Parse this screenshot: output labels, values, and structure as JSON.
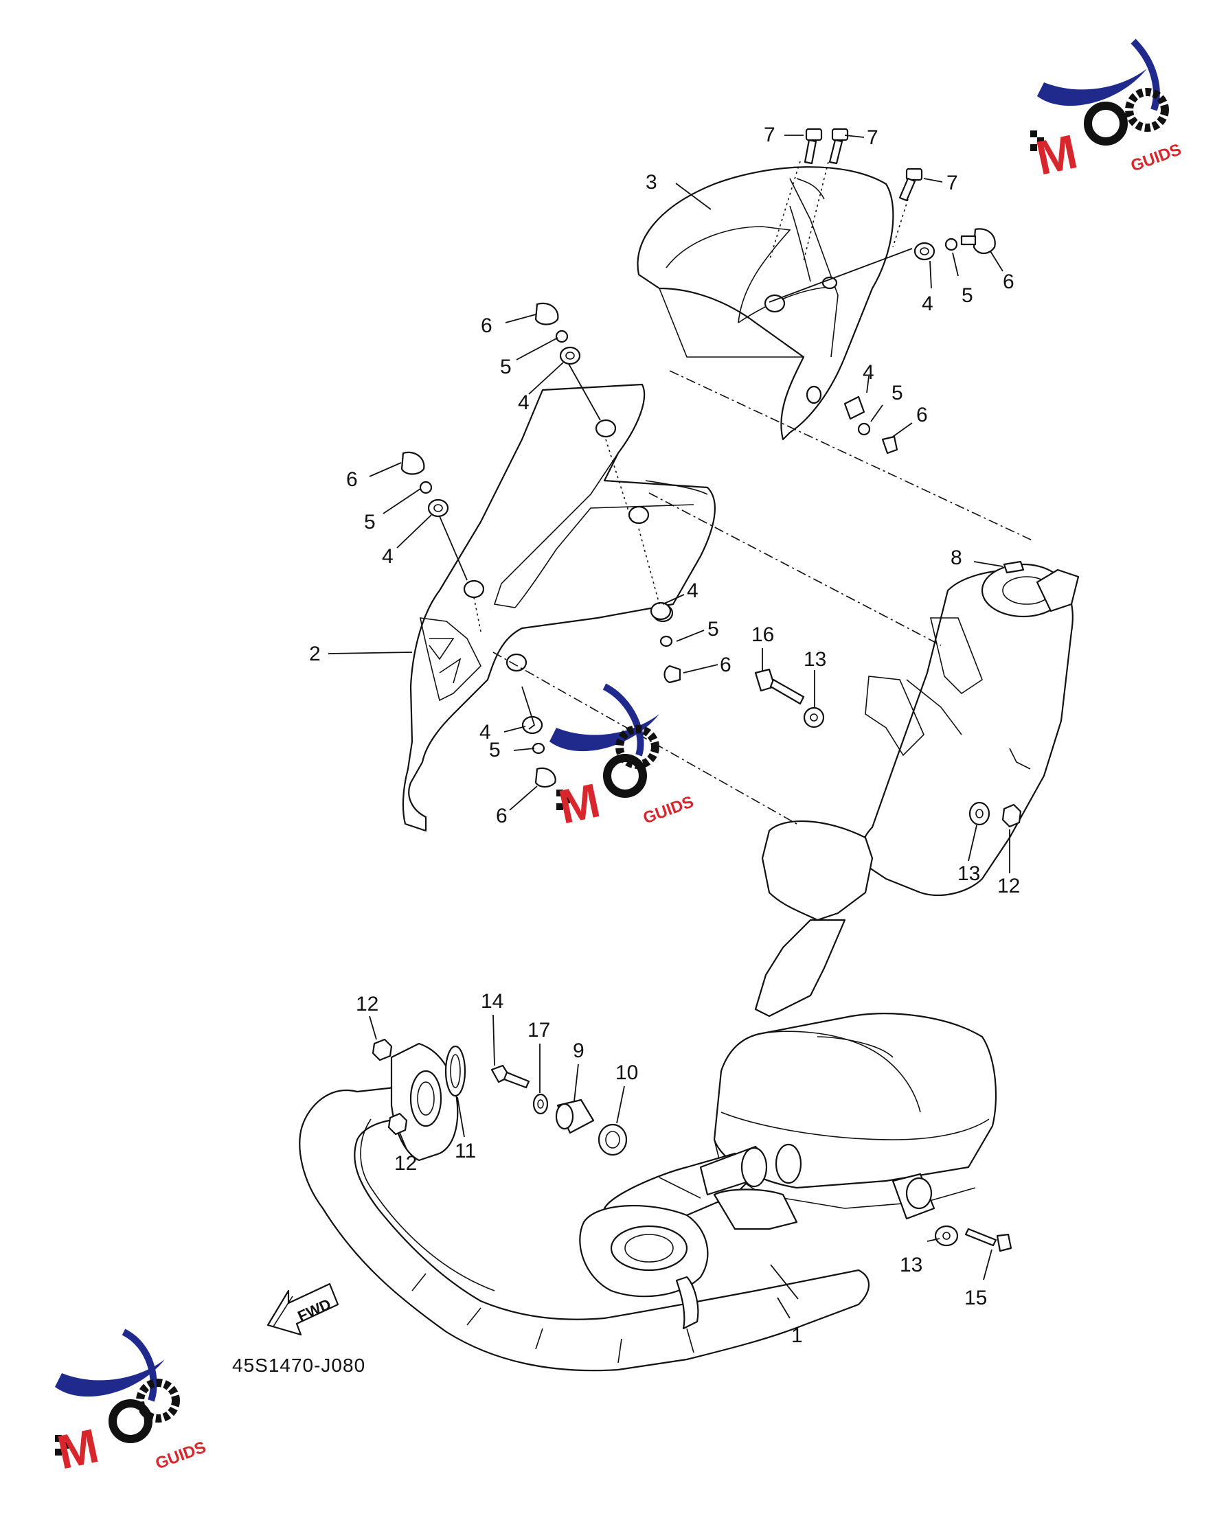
{
  "drawing_code": "45S1470-J080",
  "fwd_label": "FWD",
  "logo_text": "MOTO GUIDS",
  "callouts": [
    {
      "n": "1"
    },
    {
      "n": "2"
    },
    {
      "n": "3"
    },
    {
      "n": "4"
    },
    {
      "n": "4"
    },
    {
      "n": "4"
    },
    {
      "n": "4"
    },
    {
      "n": "4"
    },
    {
      "n": "4"
    },
    {
      "n": "5"
    },
    {
      "n": "5"
    },
    {
      "n": "5"
    },
    {
      "n": "5"
    },
    {
      "n": "5"
    },
    {
      "n": "5"
    },
    {
      "n": "6"
    },
    {
      "n": "6"
    },
    {
      "n": "6"
    },
    {
      "n": "6"
    },
    {
      "n": "6"
    },
    {
      "n": "6"
    },
    {
      "n": "7"
    },
    {
      "n": "7"
    },
    {
      "n": "7"
    },
    {
      "n": "8"
    },
    {
      "n": "9"
    },
    {
      "n": "10"
    },
    {
      "n": "11"
    },
    {
      "n": "12"
    },
    {
      "n": "12"
    },
    {
      "n": "12"
    },
    {
      "n": "13"
    },
    {
      "n": "13"
    },
    {
      "n": "13"
    },
    {
      "n": "14"
    },
    {
      "n": "15"
    },
    {
      "n": "16"
    },
    {
      "n": "17"
    }
  ],
  "colors": {
    "ink": "#111111",
    "logo_blue": "#1f2a8c",
    "logo_red": "#d8262d",
    "logo_black": "#111111"
  }
}
